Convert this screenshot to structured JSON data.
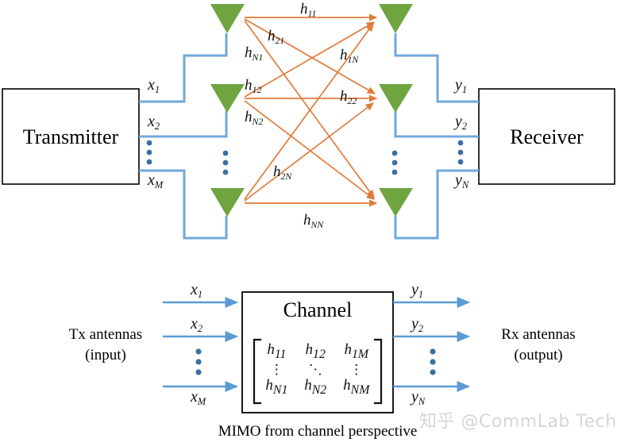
{
  "colors": {
    "antenna_green": "#6FA53F",
    "link_blue": "#6FA8DC",
    "channel_orange": "#E07B39",
    "box_border": "#000000",
    "dot_blue": "#3B6FA0",
    "watermark": "#d6d6d6"
  },
  "top_diagram": {
    "transmitter_label": "Transmitter",
    "receiver_label": "Receiver",
    "tx_signal_labels": [
      "x",
      "x",
      "x"
    ],
    "tx_signal_subs": [
      "1",
      "2",
      "M"
    ],
    "rx_signal_labels": [
      "y",
      "y",
      "y"
    ],
    "rx_signal_subs": [
      "1",
      "2",
      "N"
    ],
    "channel_labels": [
      {
        "base": "h",
        "sub": "11"
      },
      {
        "base": "h",
        "sub": "21"
      },
      {
        "base": "h",
        "sub": "N1"
      },
      {
        "base": "h",
        "sub": "1N"
      },
      {
        "base": "h",
        "sub": "12"
      },
      {
        "base": "h",
        "sub": "22"
      },
      {
        "base": "h",
        "sub": "N2"
      },
      {
        "base": "h",
        "sub": "2N"
      },
      {
        "base": "h",
        "sub": "NN"
      }
    ],
    "tx_antenna_count": 3,
    "rx_antenna_count": 3,
    "vertical_ellipsis": "⋮"
  },
  "bottom_diagram": {
    "channel_box_label": "Channel",
    "tx_caption_line1": "Tx antennas",
    "tx_caption_line2": "(input)",
    "rx_caption_line1": "Rx antennas",
    "rx_caption_line2": "(output)",
    "input_labels": [
      {
        "base": "x",
        "sub": "1"
      },
      {
        "base": "x",
        "sub": "2"
      },
      {
        "base": "x",
        "sub": "M"
      }
    ],
    "output_labels": [
      {
        "base": "y",
        "sub": "1"
      },
      {
        "base": "y",
        "sub": "2"
      },
      {
        "base": "y",
        "sub": "N"
      }
    ],
    "matrix": [
      [
        {
          "base": "h",
          "sub": "11"
        },
        {
          "base": "h",
          "sub": "12"
        },
        {
          "base": "h",
          "sub": "1M"
        }
      ],
      [
        {
          "dots": "⋮"
        },
        {
          "dots": "⋱"
        },
        {
          "dots": "⋮"
        }
      ],
      [
        {
          "base": "h",
          "sub": "N1"
        },
        {
          "base": "h",
          "sub": "N2"
        },
        {
          "base": "h",
          "sub": "NM"
        }
      ]
    ],
    "caption": "MIMO from channel perspective"
  },
  "watermark": {
    "text": "知乎 @CommLab Tech"
  }
}
